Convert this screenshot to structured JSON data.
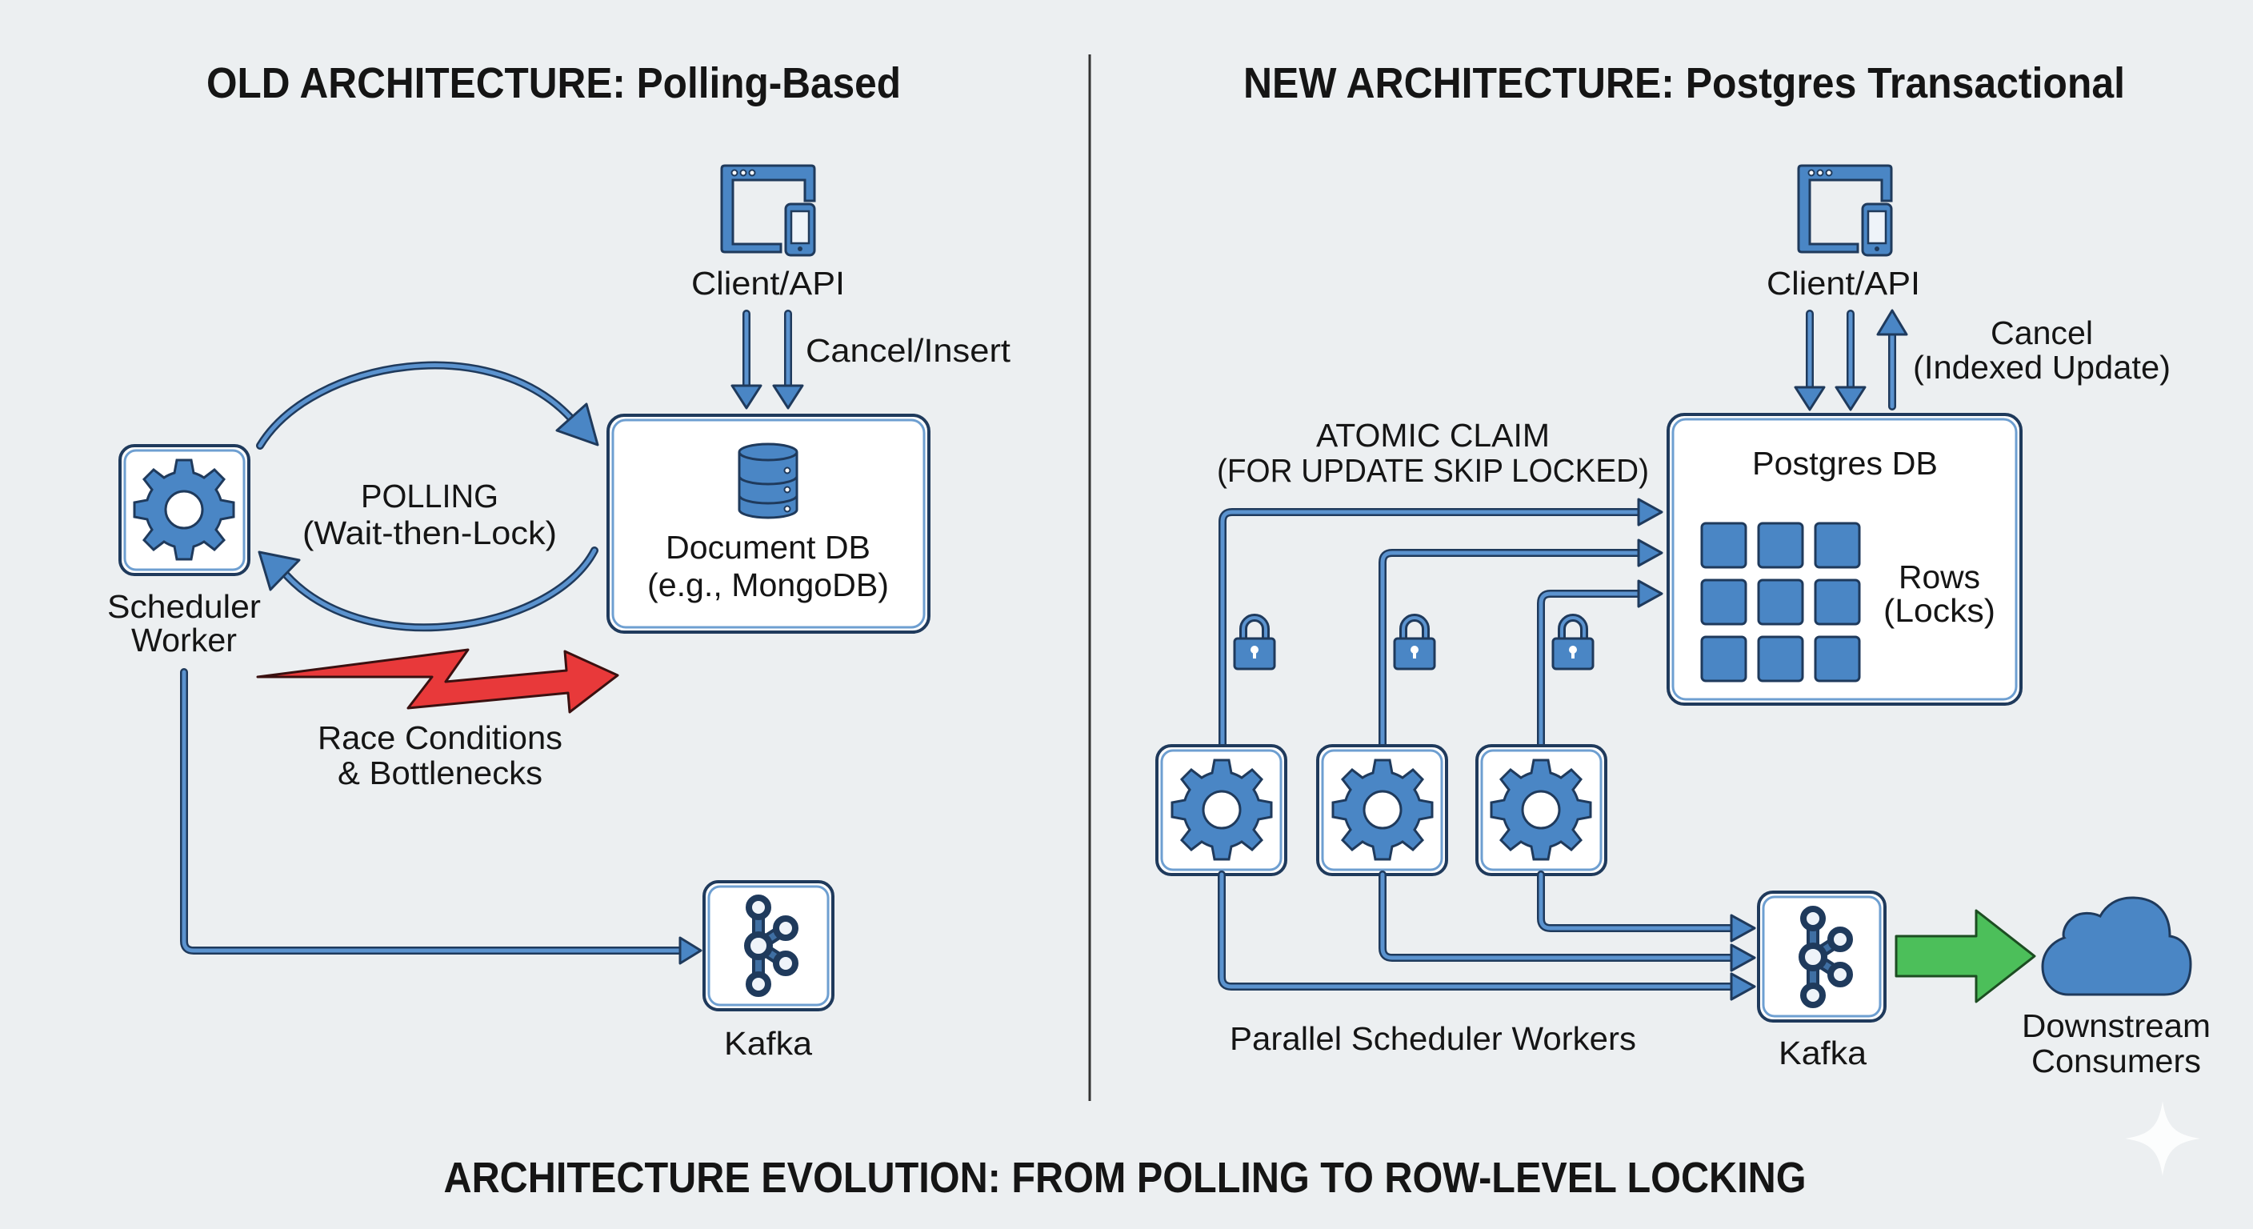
{
  "old_architecture": {
    "title": "OLD ARCHITECTURE: Polling-Based",
    "client_label": "Client/API",
    "client_arrow_label": "Cancel/Insert",
    "database_label_line1": "Document DB",
    "database_label_line2": "(e.g., MongoDB)",
    "worker_label_line1": "Scheduler",
    "worker_label_line2": "Worker",
    "polling_label_line1": "POLLING",
    "polling_label_line2": "(Wait-then-Lock)",
    "problem_label_line1": "Race Conditions",
    "problem_label_line2": "& Bottlenecks",
    "queue_label": "Kafka"
  },
  "new_architecture": {
    "title": "NEW ARCHITECTURE: Postgres Transactional",
    "client_label": "Client/API",
    "client_arrow_label_line1": "Cancel",
    "client_arrow_label_line2": "(Indexed Update)",
    "database_label": "Postgres DB",
    "rows_label_line1": "Rows",
    "rows_label_line2": "(Locks)",
    "claim_label_line1": "ATOMIC CLAIM",
    "claim_label_line2": "(FOR UPDATE SKIP LOCKED)",
    "workers_label": "Parallel Scheduler Workers",
    "worker_count": 3,
    "row_grid": {
      "rows": 3,
      "columns": 3
    },
    "queue_label": "Kafka",
    "consumers_label_line1": "Downstream",
    "consumers_label_line2": "Consumers"
  },
  "footer_title": "ARCHITECTURE EVOLUTION: FROM POLLING TO ROW-LEVEL LOCKING",
  "icons": {
    "client": "client-devices-icon",
    "database": "database-icon",
    "worker": "gear-icon",
    "queue": "kafka-icon",
    "lock": "padlock-icon",
    "consumers": "cloud-icon",
    "problem": "lightning-bolt-arrow-icon",
    "watermark": "sparkle-icon"
  },
  "colors": {
    "background": "#eceff1",
    "primary_blue": "#4a86c5",
    "outline_navy": "#1f3a5c",
    "alert_red": "#e8393a",
    "success_green": "#4cbf5a",
    "text": "#151515"
  }
}
